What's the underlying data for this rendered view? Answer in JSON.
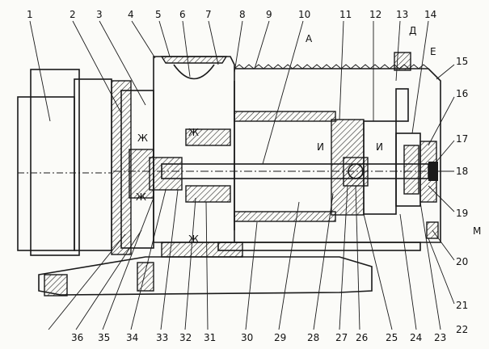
{
  "drawing": {
    "part_numbers_top": [
      "1",
      "2",
      "3",
      "4",
      "5",
      "6",
      "7",
      "8",
      "9",
      "10",
      "11",
      "12",
      "13",
      "14"
    ],
    "part_numbers_right": [
      "15",
      "16",
      "17",
      "18",
      "19",
      "20",
      "21",
      "22"
    ],
    "part_numbers_bottom": [
      "23",
      "24",
      "25",
      "26",
      "27",
      "28",
      "29",
      "30",
      "31",
      "32",
      "33",
      "34",
      "35",
      "36"
    ],
    "section_marks": {
      "a": "A",
      "d": "Д",
      "e": "Е",
      "zh": "Ж",
      "i": "И",
      "m": "М"
    }
  }
}
